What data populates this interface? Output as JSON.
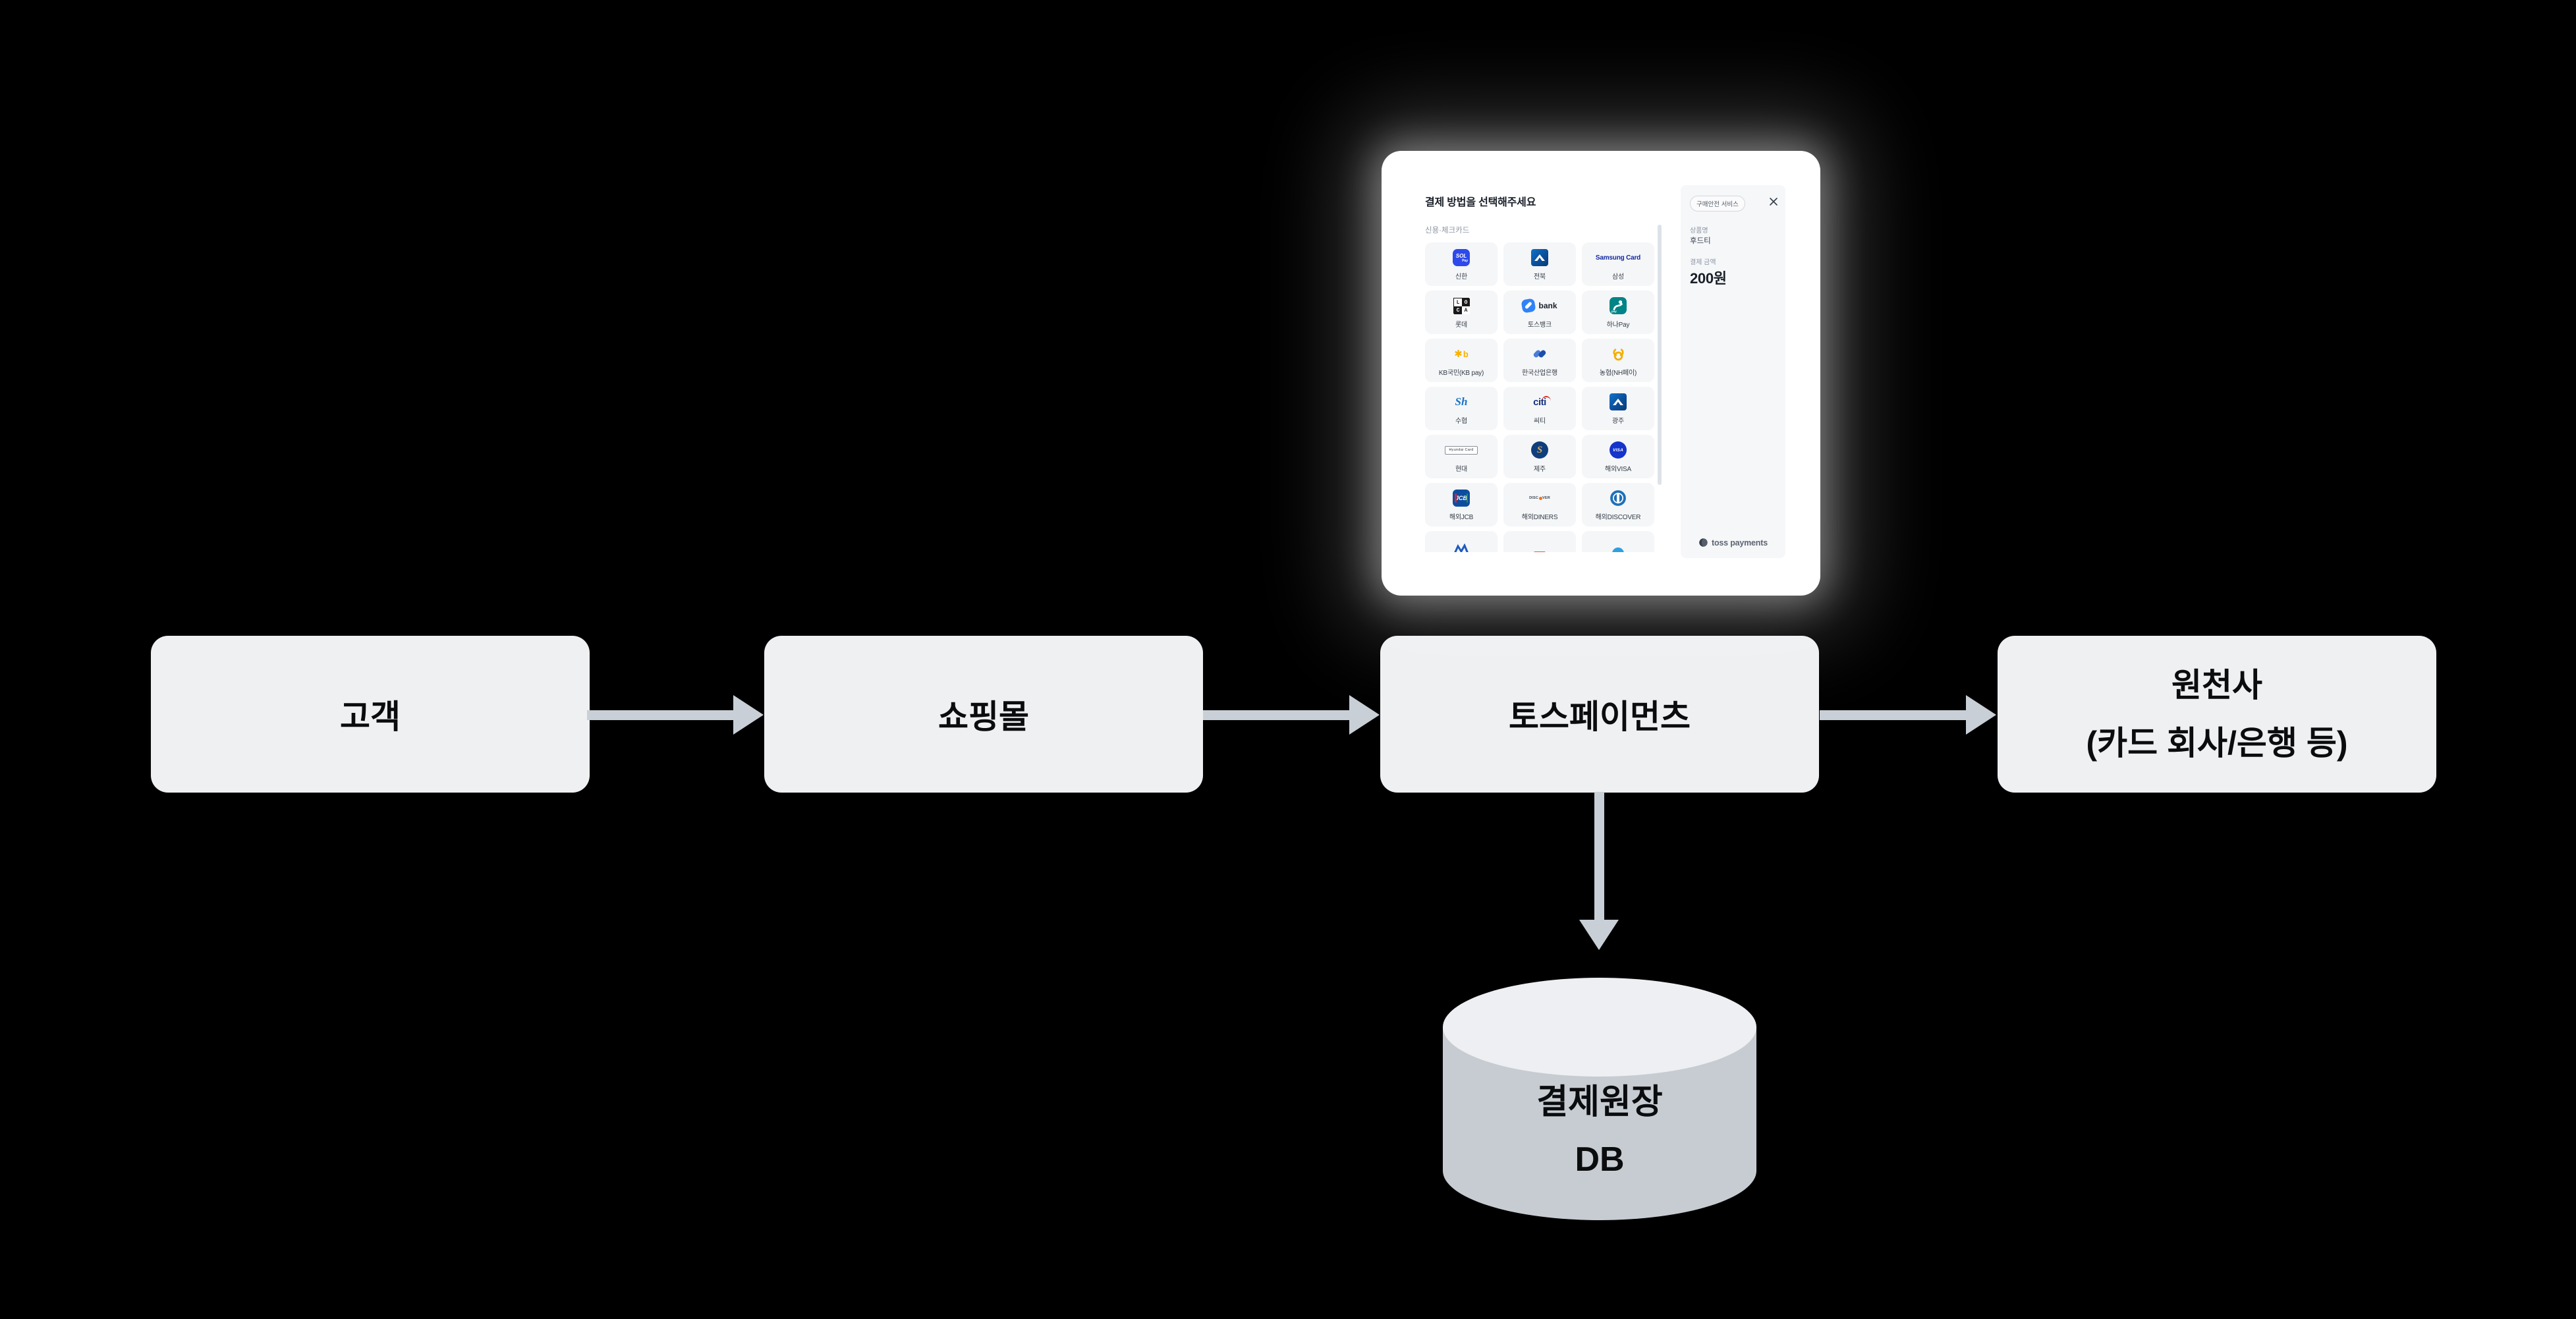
{
  "diagram": {
    "nodes": [
      {
        "id": "customer",
        "label": "고객"
      },
      {
        "id": "shop",
        "label": "쇼핑몰"
      },
      {
        "id": "tosspayments",
        "label": "토스페이먼츠"
      },
      {
        "id": "issuer",
        "label_line1": "원천사",
        "label_line2": "(카드 회사/은행 등)"
      },
      {
        "id": "ledger-db",
        "shape": "cylinder",
        "label_line1": "결제원장",
        "label_line2": "DB"
      }
    ],
    "edges": [
      {
        "from": "customer",
        "to": "shop"
      },
      {
        "from": "shop",
        "to": "tosspayments"
      },
      {
        "from": "tosspayments",
        "to": "issuer"
      },
      {
        "from": "tosspayments",
        "to": "ledger-db"
      }
    ]
  },
  "modal": {
    "title": "결제 방법을 선택해주세요",
    "section_label": "신용·체크카드",
    "methods": [
      {
        "label": "신한",
        "icon": "shinhan-sol-pay-icon",
        "icon_text": "SOL",
        "icon_sub": "Pay"
      },
      {
        "label": "전북",
        "icon": "jb-bank-icon"
      },
      {
        "label": "삼성",
        "icon": "samsung-card-wordmark",
        "icon_text": "Samsung Card"
      },
      {
        "label": "롯데",
        "icon": "lotte-loca-icon",
        "icon_letters": [
          "L",
          "O",
          "C",
          "A"
        ]
      },
      {
        "label": "토스뱅크",
        "icon": "toss-bank-icon",
        "icon_text": "bank"
      },
      {
        "label": "하나Pay",
        "icon": "hana-pay-icon",
        "icon_sub": "pay"
      },
      {
        "label": "KB국민(KB pay)",
        "icon": "kb-star-icon",
        "icon_text": "✱",
        "icon_sub": "b"
      },
      {
        "label": "한국산업은행",
        "icon": "kdb-bank-icon"
      },
      {
        "label": "농협(NH페이)",
        "icon": "nh-flower-icon"
      },
      {
        "label": "수협",
        "icon": "suhyup-sh-wordmark",
        "icon_text": "Sh"
      },
      {
        "label": "씨티",
        "icon": "citi-wordmark",
        "icon_text": "citi"
      },
      {
        "label": "광주",
        "icon": "gwangju-bank-icon"
      },
      {
        "label": "현대",
        "icon": "hyundai-card-wordmark",
        "icon_text": "Hyundai Card"
      },
      {
        "label": "제주",
        "icon": "jeju-bank-icon",
        "icon_text": "S"
      },
      {
        "label": "해외VISA",
        "icon": "visa-icon",
        "icon_text": "VISA"
      },
      {
        "label": "해외JCB",
        "icon": "jcb-icon",
        "icon_text": "JCB"
      },
      {
        "label": "해외DINERS",
        "icon": "discover-wordmark",
        "icon_text_pre": "DISC",
        "icon_text_post": "VER"
      },
      {
        "label": "해외DISCOVER",
        "icon": "diners-club-icon"
      }
    ],
    "summary": {
      "badge": "구매안전 서비스",
      "product_label": "상품명",
      "product_value": "후드티",
      "amount_label": "결제 금액",
      "amount_value": "200원",
      "brand": "toss payments"
    }
  },
  "colors": {
    "background": "#000000",
    "node_fill": "#eef0f2",
    "node_text": "#0a0c0e",
    "arrow": "#c9cfd6",
    "cylinder_body": "#c7ccd2",
    "cylinder_top": "#edeff2",
    "modal_bg": "#ffffff",
    "modal_title_text": "#191f28",
    "muted_text": "#8b95a1",
    "tile_bg": "#f4f6f8",
    "tile_label_text": "#353c45",
    "toss_blue": "#3182f6",
    "samsung_blue": "#1428a0",
    "amount_text": "#191f28"
  }
}
